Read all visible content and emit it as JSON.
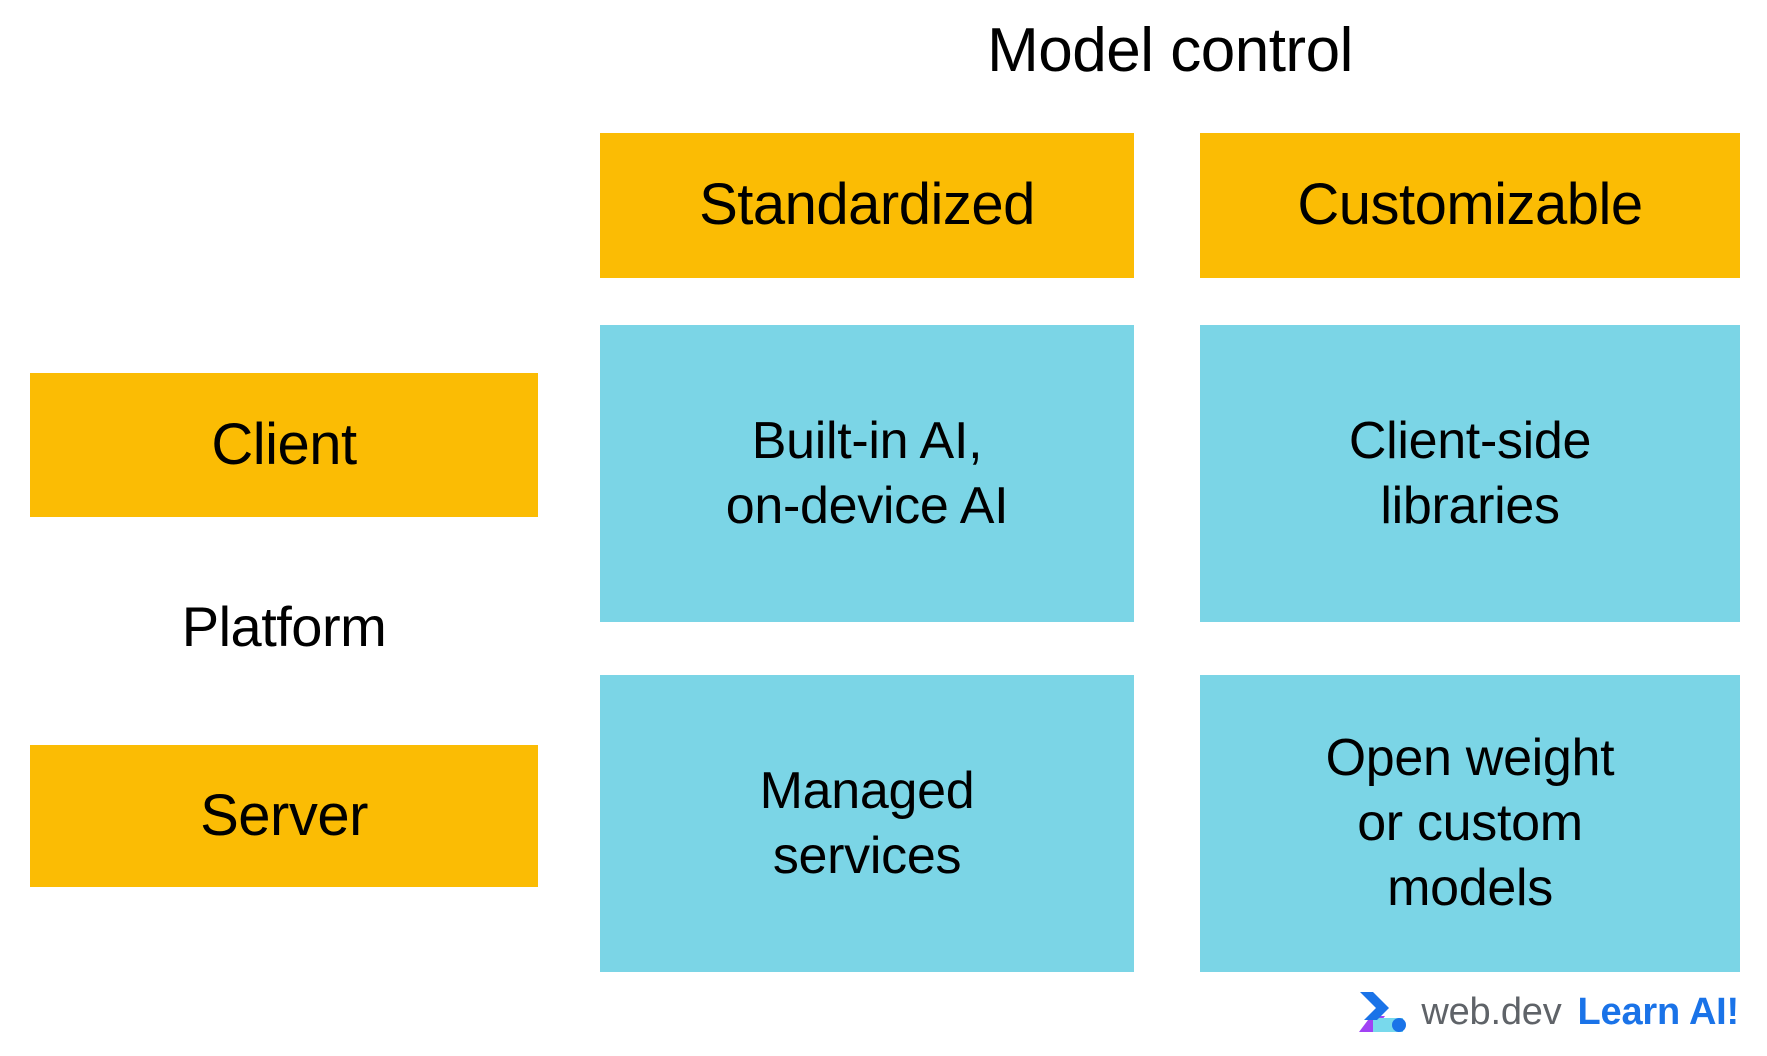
{
  "title": "Model control",
  "axes": {
    "row_axis_label": "Platform",
    "column_axis_label": "Model control"
  },
  "columns": [
    {
      "key": "standardized",
      "label": "Standardized"
    },
    {
      "key": "customizable",
      "label": "Customizable"
    }
  ],
  "rows": [
    {
      "key": "client",
      "label": "Client"
    },
    {
      "key": "server",
      "label": "Server"
    }
  ],
  "cells": {
    "client_standardized": "Built-in AI,\non-device AI",
    "client_customizable": "Client-side\nlibraries",
    "server_standardized": "Managed\nservices",
    "server_customizable": "Open weight\nor custom\nmodels"
  },
  "footer": {
    "logo_icon": "webdev-chevron-logo",
    "wordmark": "web.dev",
    "tagline": "Learn AI!"
  },
  "colors": {
    "header_yellow": "#fbbc04",
    "cell_cyan": "#7bd5e6",
    "background": "#ffffff",
    "text": "#000000",
    "wordmark_gray": "#5f6368",
    "tagline_blue": "#1a73e8",
    "logo_blue": "#1a73e8",
    "logo_purple": "#a142f4",
    "logo_lightblue": "#78d9ec"
  },
  "chart_data": {
    "type": "table",
    "title": "Model control",
    "xlabel": "Model control",
    "ylabel": "Platform",
    "column_headers": [
      "Standardized",
      "Customizable"
    ],
    "row_headers": [
      "Client",
      "Server"
    ],
    "matrix": [
      [
        "Built-in AI, on-device AI",
        "Client-side libraries"
      ],
      [
        "Managed services",
        "Open weight or custom models"
      ]
    ]
  }
}
